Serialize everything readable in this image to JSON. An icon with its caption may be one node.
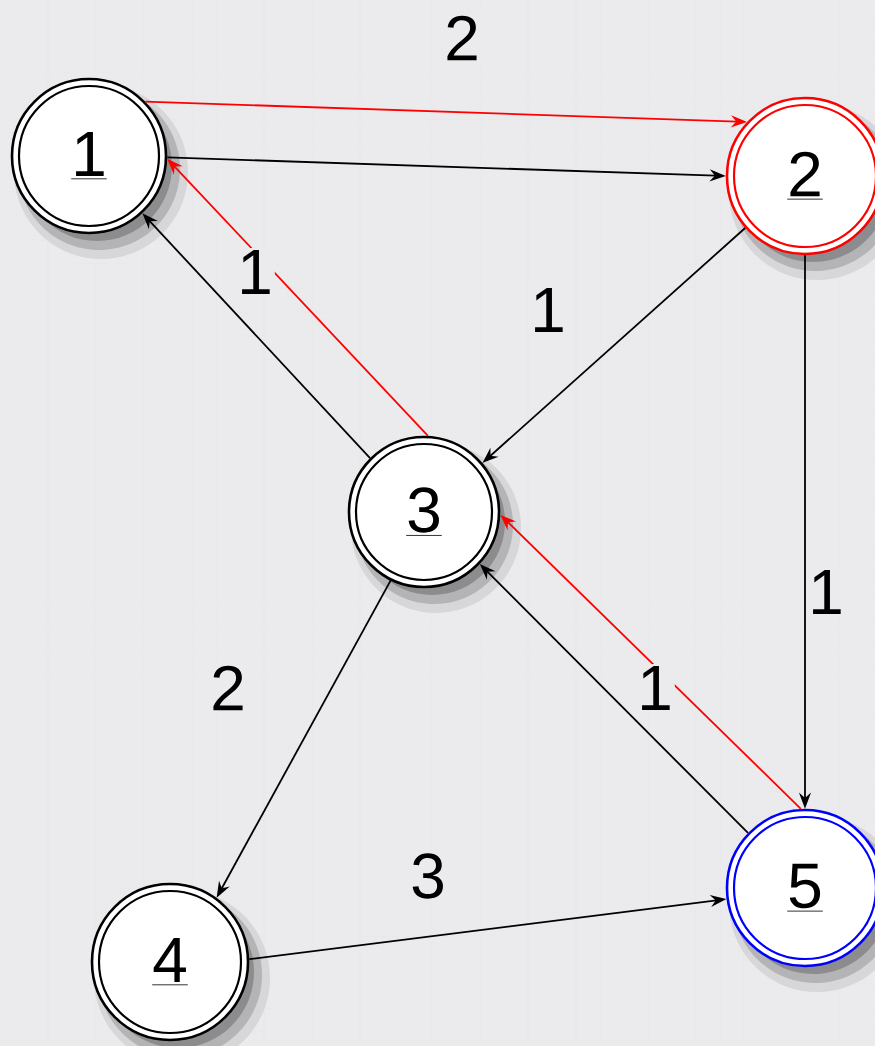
{
  "diagram": {
    "nodes": [
      {
        "text": [
          "1"
        ]
      },
      {
        "text": [
          "2"
        ]
      },
      {
        "text": [
          "3"
        ]
      },
      {
        "text": [
          "4"
        ]
      },
      {
        "text": [
          "5"
        ]
      }
    ],
    "edges": [
      {
        "from": 0,
        "to": 1,
        "arrow": "to",
        "color": "#ff0000",
        "label": "2"
      },
      {
        "from": 0,
        "to": 1,
        "arrow": "to"
      },
      {
        "from": 2,
        "to": 0,
        "arrow": "to",
        "label": "1"
      },
      {
        "from": 2,
        "to": 0,
        "arrow": "to",
        "color": "#ff0000"
      },
      {
        "from": 1,
        "to": 2,
        "arrow": "to",
        "label": "1"
      },
      {
        "from": 1,
        "to": 4,
        "arrow": "to",
        "label": "1"
      },
      {
        "from": 4,
        "to": 2,
        "arrow": "to",
        "color": "#ff0000"
      },
      {
        "from": 4,
        "to": 2,
        "arrow": "to",
        "label": "1"
      },
      {
        "from": 2,
        "to": 3,
        "arrow": "to",
        "label": "2"
      },
      {
        "from": 3,
        "to": 4,
        "arrow": "to",
        "label": "3"
      }
    ]
  }
}
